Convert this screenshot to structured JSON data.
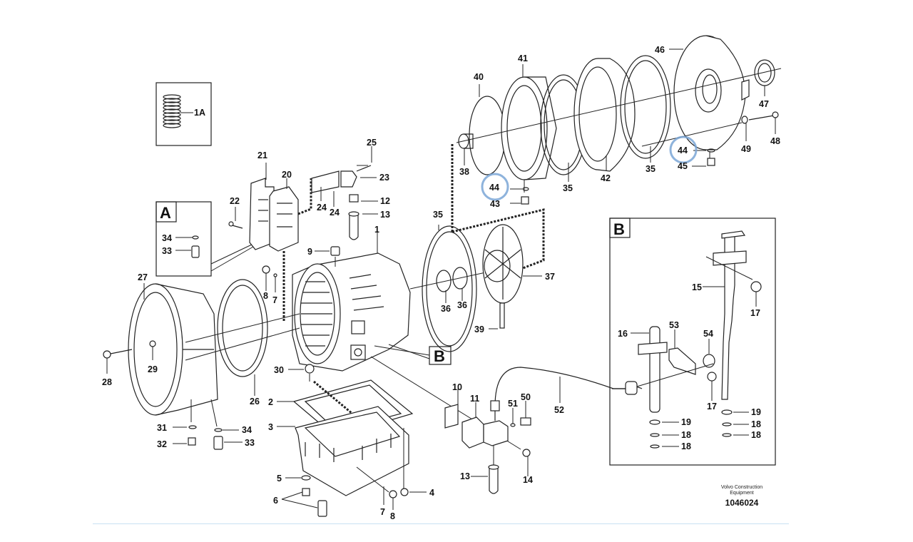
{
  "diagram": {
    "title": "Transmission housing exploded view",
    "highlight_color": "#7aa6d6",
    "callouts": [
      {
        "id": "1A",
        "label": "1A"
      },
      {
        "id": "A",
        "label": "A"
      },
      {
        "id": "B1",
        "label": "B"
      },
      {
        "id": "B2",
        "label": "B"
      },
      {
        "id": "1",
        "label": "1"
      },
      {
        "id": "2",
        "label": "2"
      },
      {
        "id": "3",
        "label": "3"
      },
      {
        "id": "4",
        "label": "4"
      },
      {
        "id": "5",
        "label": "5"
      },
      {
        "id": "6",
        "label": "6"
      },
      {
        "id": "7a",
        "label": "7"
      },
      {
        "id": "7b",
        "label": "7"
      },
      {
        "id": "8a",
        "label": "8"
      },
      {
        "id": "8b",
        "label": "8"
      },
      {
        "id": "9",
        "label": "9"
      },
      {
        "id": "10",
        "label": "10"
      },
      {
        "id": "11",
        "label": "11"
      },
      {
        "id": "12",
        "label": "12"
      },
      {
        "id": "13a",
        "label": "13"
      },
      {
        "id": "13b",
        "label": "13"
      },
      {
        "id": "14",
        "label": "14"
      },
      {
        "id": "15",
        "label": "15"
      },
      {
        "id": "16",
        "label": "16"
      },
      {
        "id": "17a",
        "label": "17"
      },
      {
        "id": "17b",
        "label": "17"
      },
      {
        "id": "18a",
        "label": "18"
      },
      {
        "id": "18b",
        "label": "18"
      },
      {
        "id": "18c",
        "label": "18"
      },
      {
        "id": "18d",
        "label": "18"
      },
      {
        "id": "19a",
        "label": "19"
      },
      {
        "id": "19b",
        "label": "19"
      },
      {
        "id": "20",
        "label": "20"
      },
      {
        "id": "21",
        "label": "21"
      },
      {
        "id": "22",
        "label": "22"
      },
      {
        "id": "23",
        "label": "23"
      },
      {
        "id": "24a",
        "label": "24"
      },
      {
        "id": "24b",
        "label": "24"
      },
      {
        "id": "25",
        "label": "25"
      },
      {
        "id": "26",
        "label": "26"
      },
      {
        "id": "27",
        "label": "27"
      },
      {
        "id": "28",
        "label": "28"
      },
      {
        "id": "29",
        "label": "29"
      },
      {
        "id": "30",
        "label": "30"
      },
      {
        "id": "31",
        "label": "31"
      },
      {
        "id": "32",
        "label": "32"
      },
      {
        "id": "33a",
        "label": "33"
      },
      {
        "id": "33b",
        "label": "33"
      },
      {
        "id": "34a",
        "label": "34"
      },
      {
        "id": "34b",
        "label": "34"
      },
      {
        "id": "35a",
        "label": "35"
      },
      {
        "id": "35b",
        "label": "35"
      },
      {
        "id": "35c",
        "label": "35"
      },
      {
        "id": "36a",
        "label": "36"
      },
      {
        "id": "36b",
        "label": "36"
      },
      {
        "id": "37",
        "label": "37"
      },
      {
        "id": "38",
        "label": "38"
      },
      {
        "id": "39",
        "label": "39"
      },
      {
        "id": "40",
        "label": "40"
      },
      {
        "id": "41",
        "label": "41"
      },
      {
        "id": "42",
        "label": "42"
      },
      {
        "id": "43",
        "label": "43"
      },
      {
        "id": "44a",
        "label": "44"
      },
      {
        "id": "44b",
        "label": "44"
      },
      {
        "id": "45",
        "label": "45"
      },
      {
        "id": "46",
        "label": "46"
      },
      {
        "id": "47",
        "label": "47"
      },
      {
        "id": "48",
        "label": "48"
      },
      {
        "id": "49",
        "label": "49"
      },
      {
        "id": "50",
        "label": "50"
      },
      {
        "id": "51",
        "label": "51"
      },
      {
        "id": "52",
        "label": "52"
      },
      {
        "id": "53",
        "label": "53"
      },
      {
        "id": "54",
        "label": "54"
      }
    ],
    "highlighted_callouts": [
      "44a",
      "44b"
    ]
  },
  "footer": {
    "credit": "Volvo Construction Equipment",
    "document_number": "1046024"
  }
}
